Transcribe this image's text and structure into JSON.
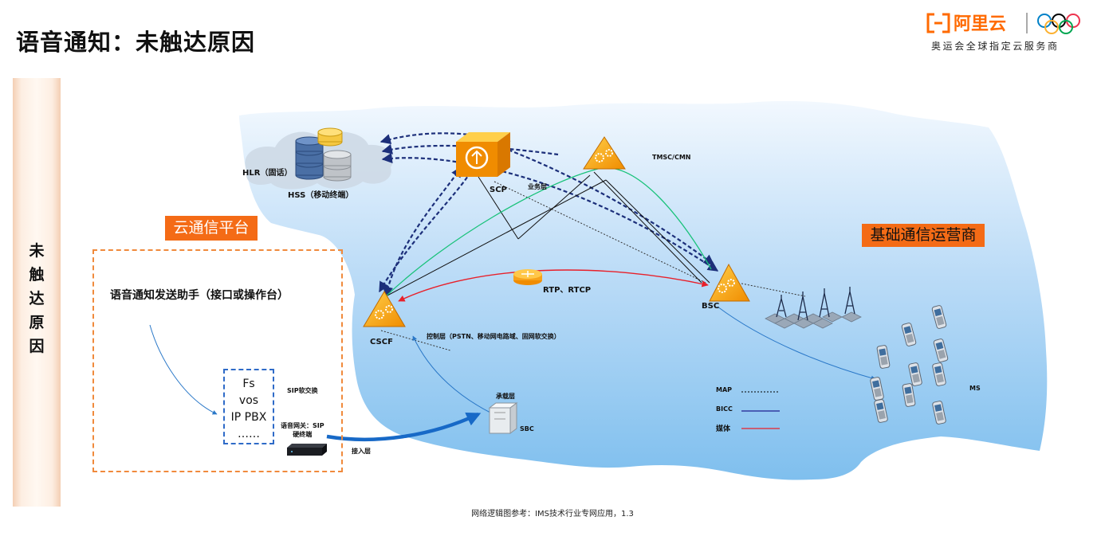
{
  "title": "语音通知：未触达原因",
  "side_label": "未触达原因",
  "logo": {
    "brand": "阿里云",
    "tagline": "奥运会全球指定云服务商",
    "accent": "#ff6a00"
  },
  "tags": {
    "cloud_platform": "云通信平台",
    "operator": "基础通信运营商"
  },
  "platform": {
    "assistant": "语音通知发送助手（接口或操作台）",
    "switch_lines": [
      "Fs",
      "vos",
      "IP PBX",
      "……"
    ],
    "sip_soft_switch": "SIP软交换",
    "gateway": "语音网关：SIP\n硬终端",
    "access_layer": "接入层"
  },
  "network": {
    "hlr": "HLR（固话）",
    "hss": "HSS（移动终端）",
    "scp": "SCP",
    "service_layer": "业务层",
    "tmsc": "TMSC/CMN",
    "rtp": "RTP、RTCP",
    "bsc": "BSC",
    "cscf": "CSCF",
    "control_layer": "控制层（PSTN、移动网电路域、固网软交换）",
    "bearer_layer": "承载层",
    "sbc": "SBC",
    "ms": "MS"
  },
  "legend": [
    {
      "label": "MAP",
      "style": "dashed",
      "color": "#000000"
    },
    {
      "label": "BICC",
      "style": "solid",
      "color": "#1f1f8f"
    },
    {
      "label": "媒体",
      "style": "solid",
      "color": "#e8202a"
    }
  ],
  "reference": "网络逻辑图参考：IMS技术行业专网应用，1.3",
  "colors": {
    "orange": "#f46b16",
    "navy": "#1c2f7a",
    "green": "#19c27a",
    "red": "#e8202a",
    "node_orange": "#f7a21b"
  }
}
